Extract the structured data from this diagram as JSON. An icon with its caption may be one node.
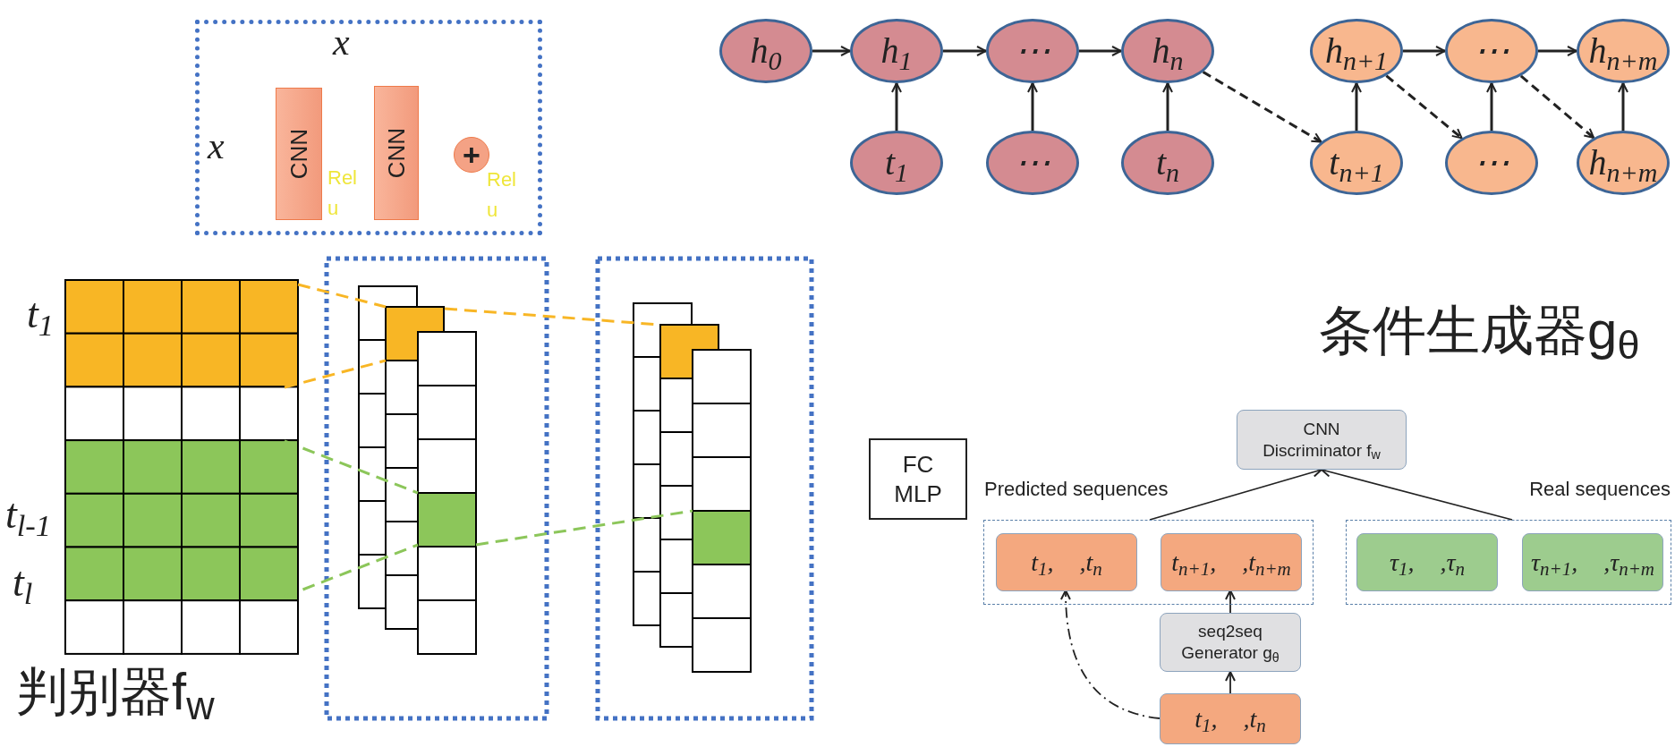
{
  "diagram": {
    "nodes": [
      {
        "text": [],
        "shape": "box"
      },
      {
        "text": [
          "CNN"
        ],
        "in": 0
      },
      {
        "text": [
          "CNN"
        ],
        "in": 0
      },
      {
        "text": [
          "+"
        ],
        "in": 0
      },
      {
        "text": [
          "h$_{0}$"
        ]
      },
      {
        "text": [
          "h$_{1}$"
        ]
      },
      {
        "text": [
          "⋯"
        ]
      },
      {
        "text": [
          "h$_{n}$"
        ]
      },
      {
        "text": [
          "h$_{n+1}$"
        ]
      },
      {
        "text": [
          "⋯"
        ]
      },
      {
        "text": [
          "h$_{n+m}$"
        ]
      },
      {
        "text": [
          "t$_{1}$"
        ]
      },
      {
        "text": [
          "⋯"
        ]
      },
      {
        "text": [
          "t$_{n}$"
        ]
      },
      {
        "text": [
          "t$_{n+1}$"
        ]
      },
      {
        "text": [
          "⋯"
        ]
      },
      {
        "text": [
          "h$_{n+m}$"
        ]
      },
      {
        "text": [
          "FC MLP"
        ]
      },
      {
        "text": [
          "CNN",
          "Discriminator f$_{w}$"
        ]
      },
      {
        "text": [
          "Predicted sequences"
        ]
      },
      {
        "text": [
          "t$_{1}$, ,t$_{n}$"
        ],
        "in": 19
      },
      {
        "text": [
          "t$_{n+1}$, ,t$_{n+m}$"
        ],
        "in": 19
      },
      {
        "text": [
          "Real sequences"
        ]
      },
      {
        "text": [
          "τ$_{1}$, ,τ$_{n}$"
        ],
        "in": 22
      },
      {
        "text": [
          "τ$_{n+1}$, ,τ$_{n+m}$"
        ],
        "in": 22
      },
      {
        "text": [
          "seq2seq",
          "Generator g$_{θ}$"
        ]
      },
      {
        "text": [
          "t$_{1}$, ,t$_{n}$"
        ]
      }
    ],
    "edges": [
      {
        "from": 4,
        "to": 5,
        "arrow": "to"
      },
      {
        "from": 5,
        "to": 6,
        "arrow": "to"
      },
      {
        "from": 6,
        "to": 7,
        "arrow": "to"
      },
      {
        "from": 11,
        "to": 5,
        "arrow": "to"
      },
      {
        "from": 12,
        "to": 6,
        "arrow": "to"
      },
      {
        "from": 13,
        "to": 7,
        "arrow": "to"
      },
      {
        "from": 7,
        "to": 14,
        "arrow": "to",
        "style": "dashed"
      },
      {
        "from": 14,
        "to": 8,
        "arrow": "to"
      },
      {
        "from": 8,
        "to": 9,
        "arrow": "to"
      },
      {
        "from": 9,
        "to": 10,
        "arrow": "to"
      },
      {
        "from": 15,
        "to": 9,
        "arrow": "to"
      },
      {
        "from": 16,
        "to": 10,
        "arrow": "to"
      },
      {
        "from": 8,
        "to": 15,
        "arrow": "to",
        "style": "dashed"
      },
      {
        "from": 9,
        "to": 16,
        "arrow": "to",
        "style": "dashed"
      },
      {
        "from": 19,
        "to": 18,
        "arrow": "to"
      },
      {
        "from": 22,
        "to": 18,
        "arrow": "to"
      },
      {
        "from": 25,
        "to": 21,
        "arrow": "to"
      },
      {
        "from": 26,
        "to": 25,
        "arrow": "to"
      },
      {
        "from": 26,
        "to": 20,
        "arrow": "to",
        "style": "dashed"
      }
    ],
    "labels": [
      "x",
      "x",
      "Rel u",
      "Rel u",
      "t$_{1}$",
      "t$_{l-1}$",
      "t$_{l}$",
      "判别器f$_{w}$",
      "条件生成器g$_{θ}$"
    ]
  }
}
